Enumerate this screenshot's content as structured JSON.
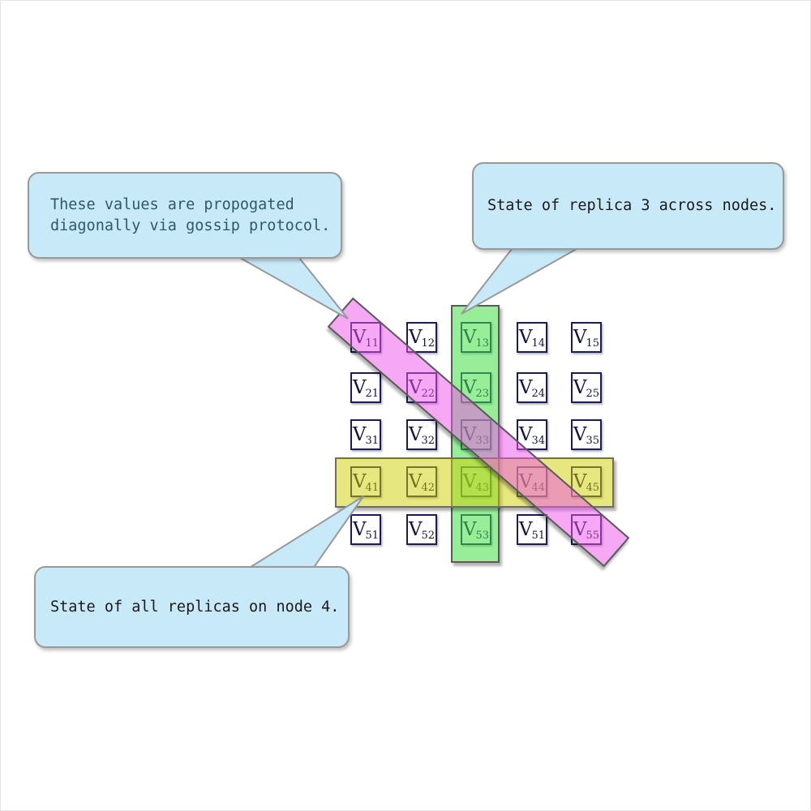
{
  "diagram": {
    "matrix": {
      "rows": [
        [
          {
            "base": "V",
            "sub": "11"
          },
          {
            "base": "V",
            "sub": "12"
          },
          {
            "base": "V",
            "sub": "13"
          },
          {
            "base": "V",
            "sub": "14"
          },
          {
            "base": "V",
            "sub": "15"
          }
        ],
        [
          {
            "base": "V",
            "sub": "21"
          },
          {
            "base": "V",
            "sub": "22"
          },
          {
            "base": "V",
            "sub": "23"
          },
          {
            "base": "V",
            "sub": "24"
          },
          {
            "base": "V",
            "sub": "25"
          }
        ],
        [
          {
            "base": "V",
            "sub": "31"
          },
          {
            "base": "V",
            "sub": "32"
          },
          {
            "base": "V",
            "sub": "33"
          },
          {
            "base": "V",
            "sub": "34"
          },
          {
            "base": "V",
            "sub": "35"
          }
        ],
        [
          {
            "base": "V",
            "sub": "41"
          },
          {
            "base": "V",
            "sub": "42"
          },
          {
            "base": "V",
            "sub": "43"
          },
          {
            "base": "V",
            "sub": "44"
          },
          {
            "base": "V",
            "sub": "45"
          }
        ],
        [
          {
            "base": "V",
            "sub": "51"
          },
          {
            "base": "V",
            "sub": "52"
          },
          {
            "base": "V",
            "sub": "53"
          },
          {
            "base": "V",
            "sub": "51"
          },
          {
            "base": "V",
            "sub": "55"
          }
        ]
      ]
    },
    "callouts": {
      "gossip": {
        "lines": [
          "These values are propogated",
          "diagonally via gossip protocol."
        ]
      },
      "replica": {
        "lines": [
          "State of replica 3 across nodes."
        ]
      },
      "node4": {
        "lines": [
          "State of all replicas on node 4."
        ]
      }
    },
    "colors": {
      "cell_border": "#1a1a5f",
      "cell_text": "#13133f",
      "green_fill": "rgba(68,224,68,0.55)",
      "green_border": "#5a5a5a",
      "yellow_fill": "rgba(207,207,0,0.5)",
      "yellow_border": "#6e6e5a",
      "magenta_fill": "rgba(237,81,233,0.5)",
      "magenta_border": "#5a5a5a",
      "callout_fill": "#c8eaf8",
      "callout_border": "#999999",
      "gossip_text": "#2f5968",
      "callout_text": "#1a1a1a"
    }
  }
}
